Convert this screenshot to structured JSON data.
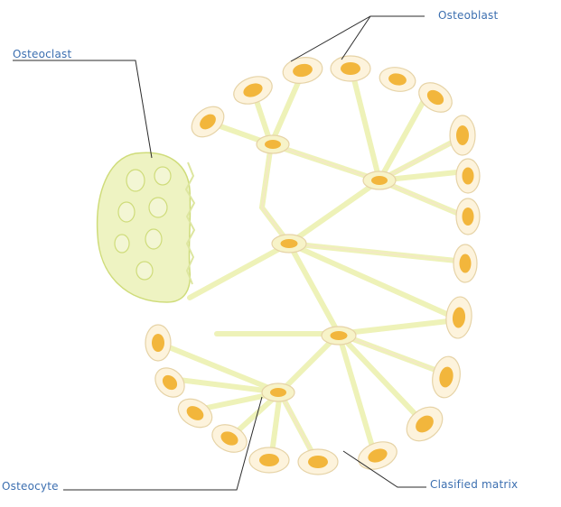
{
  "labels": {
    "osteoblast": "Osteoblast",
    "osteoclast": "Osteoclast",
    "osteocyte": "Osteocyte",
    "calcified_matrix": "Clasified matrix"
  },
  "colors": {
    "label_text": "#3c6fb0",
    "leader_line": "#2b2b2b",
    "cell_fill": "#fdf3dc",
    "cell_outline": "#e6d3a6",
    "nucleus": "#f2b63c",
    "canaliculi": "#eef2b8",
    "osteoclast_fill": "#eef3c2",
    "osteoclast_outline": "#cfdc7a"
  }
}
